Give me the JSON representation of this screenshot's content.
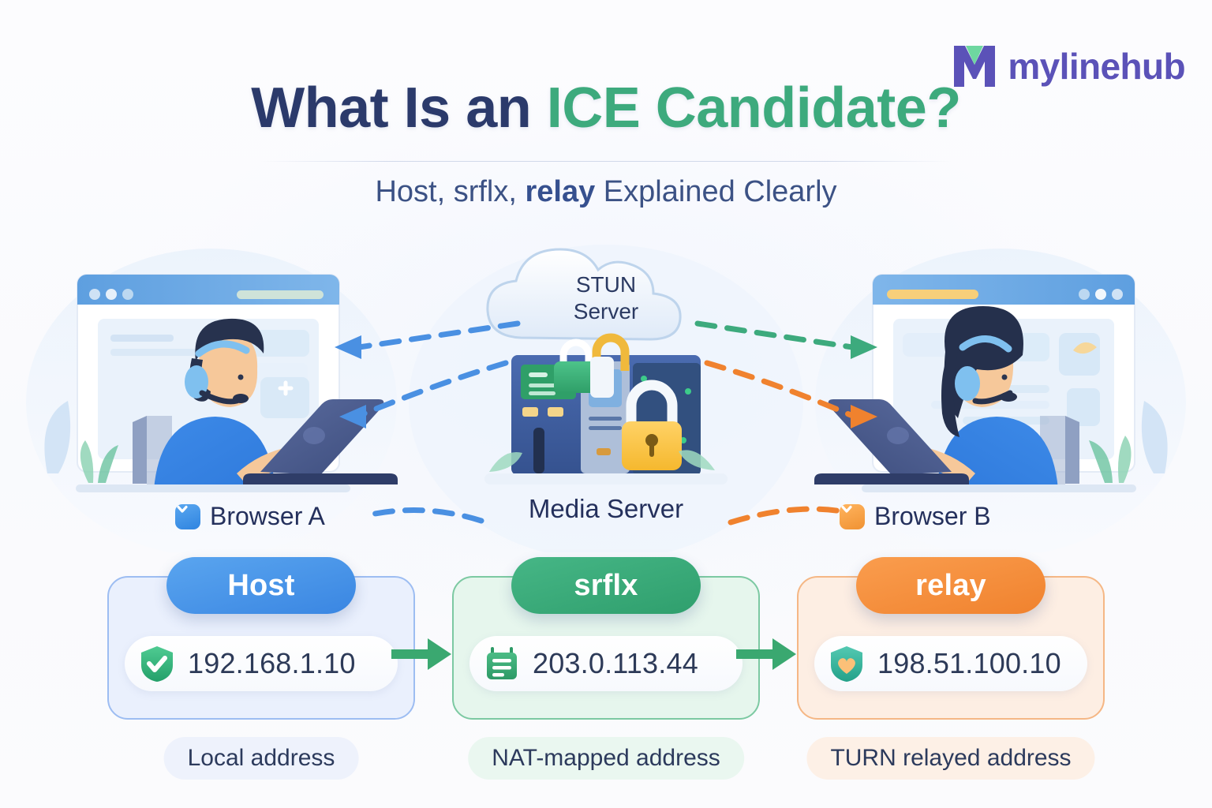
{
  "page": {
    "background_color": "#fbfbfd",
    "navy": "#2b3a6b",
    "green": "#3daa7d",
    "blue": "#3a86e2",
    "orange": "#f0822e",
    "purple": "#5b52b8"
  },
  "header": {
    "title_part1": "What Is an ",
    "title_accent": "ICE Candidate",
    "title_qmark": "?",
    "subtitle_part1": "Host, srflx, ",
    "subtitle_strong": "relay",
    "subtitle_part2": " Explained Clearly"
  },
  "logo": {
    "wordmark": "mylinehub",
    "mark_icon": "m-monogram-icon",
    "mark_color": "#5b52b8",
    "mark_accent_color": "#6ed7a0"
  },
  "diagram": {
    "stun_label_line1": "STUN",
    "stun_label_line2": "Server",
    "media_server_label": "Media Server",
    "browser_a": {
      "label": "Browser A",
      "badge_icon": "chevron-down-icon",
      "badge_color": "#2f84e0"
    },
    "browser_b": {
      "label": "Browser B",
      "badge_icon": "chevron-down-icon",
      "badge_color": "#f09233"
    },
    "connectors": [
      {
        "name": "stun-to-browser-a",
        "color": "#4a90e2",
        "style": "dashed",
        "direction": "left"
      },
      {
        "name": "media-to-browser-a",
        "color": "#4a90e2",
        "style": "dashed",
        "direction": "left"
      },
      {
        "name": "stun-to-browser-b",
        "color": "#3daa7d",
        "style": "dashed",
        "direction": "right"
      },
      {
        "name": "media-to-browser-b",
        "color": "#f0822e",
        "style": "dashed",
        "direction": "right"
      },
      {
        "name": "browser-a-lower-curve",
        "color": "#4a90e2",
        "style": "dashed",
        "direction": "left"
      },
      {
        "name": "browser-b-lower-curve",
        "color": "#f0822e",
        "style": "dashed",
        "direction": "right"
      }
    ]
  },
  "cards": [
    {
      "id": "host",
      "badge_label": "Host",
      "badge_color": "#3a86e2",
      "icon": "shield-check-icon",
      "icon_color": "#34b078",
      "value": "192.168.1.10",
      "caption": "Local address",
      "card_fill": "#eaf0fd",
      "card_border": "#9dbdf2"
    },
    {
      "id": "srflx",
      "badge_label": "srflx",
      "badge_color": "#2f9f6d",
      "icon": "clipboard-document-icon",
      "icon_color": "#3aa870",
      "value": "203.0.113.44",
      "caption": "NAT-mapped address",
      "card_fill": "#e6f6ed",
      "card_border": "#7cc9a2"
    },
    {
      "id": "relay",
      "badge_label": "relay",
      "badge_color": "#f0822e",
      "icon": "shield-heart-icon",
      "icon_color": "#34b59b",
      "value": "198.51.100.10",
      "caption": "TURN relayed address",
      "card_fill": "#fdeee3",
      "card_border": "#f5b785"
    }
  ],
  "flow_arrows": [
    {
      "name": "host-to-srflx-arrow",
      "color": "#3aa870"
    },
    {
      "name": "srflx-to-relay-arrow",
      "color": "#3aa870"
    }
  ]
}
